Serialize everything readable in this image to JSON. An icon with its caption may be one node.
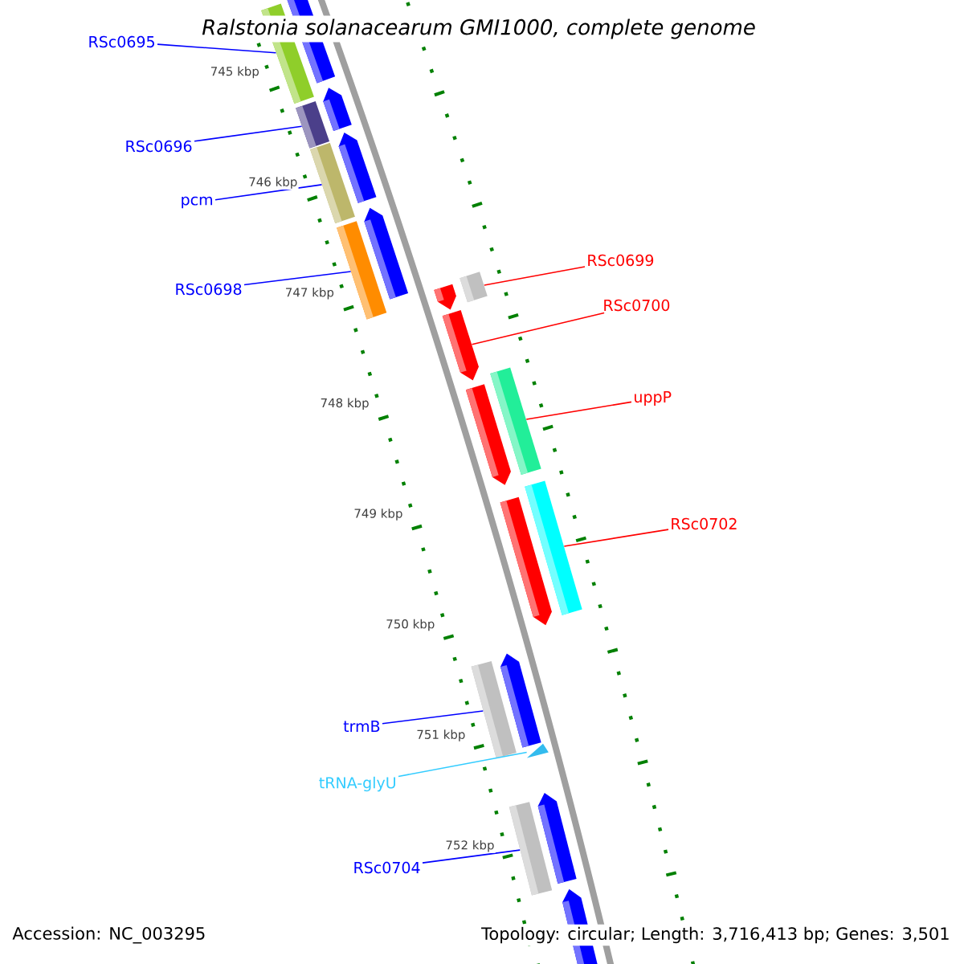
{
  "diagram": {
    "title": "Ralstonia solanacearum GMI1000, complete genome",
    "nodes": [
      {
        "text": [
          "RSc0695"
        ]
      },
      {
        "text": [
          "RSc0696"
        ]
      },
      {
        "text": [
          "pcm"
        ]
      },
      {
        "text": [
          "RSc0698"
        ]
      },
      {
        "text": [
          "RSc0699"
        ]
      },
      {
        "text": [
          "RSc0700"
        ]
      },
      {
        "text": [
          "uppP"
        ]
      },
      {
        "text": [
          "RSc0702"
        ]
      },
      {
        "text": [
          "trmB"
        ]
      },
      {
        "text": [
          "tRNA-glyU"
        ]
      },
      {
        "text": [
          "RSc0704"
        ]
      },
      {
        "text": [],
        "shape": "bar"
      },
      {
        "text": [],
        "shape": "bar"
      },
      {
        "text": [],
        "shape": "bar"
      },
      {
        "text": [],
        "shape": "bar"
      },
      {
        "text": [],
        "shape": "bar"
      },
      {
        "text": [],
        "shape": "arrow"
      },
      {
        "text": [],
        "shape": "bar"
      },
      {
        "text": [],
        "shape": "bar"
      },
      {
        "text": [],
        "shape": "bar"
      },
      {
        "text": [],
        "shape": "triangle"
      },
      {
        "text": [],
        "shape": "bar"
      }
    ],
    "edges": [
      {
        "from": 0,
        "to": 11,
        "arrow": "none"
      },
      {
        "from": 1,
        "to": 12,
        "arrow": "none"
      },
      {
        "from": 2,
        "to": 13,
        "arrow": "none"
      },
      {
        "from": 3,
        "to": 14,
        "arrow": "none"
      },
      {
        "from": 4,
        "to": 15,
        "arrow": "none",
        "color": "#ff0000"
      },
      {
        "from": 5,
        "to": 16,
        "arrow": "none",
        "color": "#ff0000"
      },
      {
        "from": 6,
        "to": 17,
        "arrow": "none",
        "color": "#ff0000"
      },
      {
        "from": 7,
        "to": 18,
        "arrow": "none",
        "color": "#ff0000"
      },
      {
        "from": 8,
        "to": 19,
        "arrow": "none"
      },
      {
        "from": 9,
        "to": 20,
        "arrow": "none",
        "color": "#33ccff"
      },
      {
        "from": 10,
        "to": 21,
        "arrow": "none"
      }
    ],
    "labels": [
      "745 kbp",
      "746 kbp",
      "747 kbp",
      "748 kbp",
      "749 kbp",
      "750 kbp",
      "751 kbp",
      "752 kbp",
      "Accession: NC_003295",
      "Topology: circular; Length: 3,716,413 bp; Genes: 3,501"
    ]
  }
}
